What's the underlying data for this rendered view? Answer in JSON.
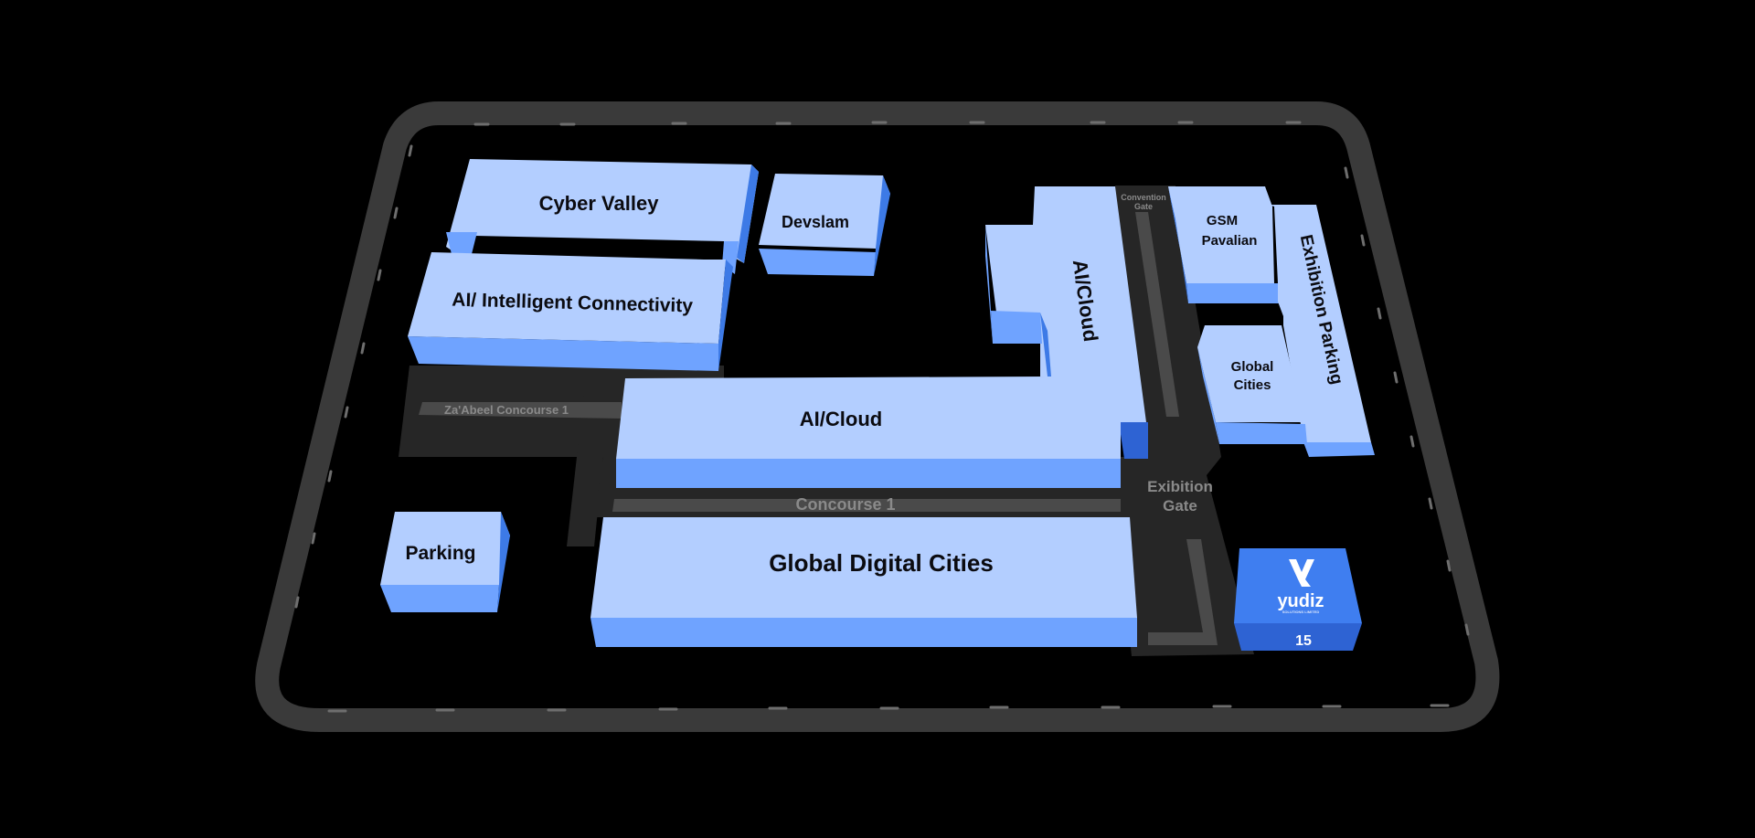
{
  "map": {
    "colors": {
      "background": "#000000",
      "road": "#3a3a3a",
      "road_dash": "#6e6e6e",
      "ground_dark": "#262626",
      "walkway": "#4a4a4a",
      "building_top": "#b3ceff",
      "building_front": "#6fa3ff",
      "building_side": "#3d7ae6",
      "booth_top": "#3f7ef0",
      "booth_front": "#2e63d3"
    },
    "buildings": {
      "cyber_valley": "Cyber Valley",
      "devslam": "Devslam",
      "ai_connectivity": "AI/ Intelligent Connectivity",
      "ai_cloud_vertical": "AI/Cloud",
      "ai_cloud_main": "AI/Cloud",
      "gsm_line1": "GSM",
      "gsm_line2": "Pavalian",
      "exhibition_parking": "Exhibition Parking",
      "global_cities_line1": "Global",
      "global_cities_line2": "Cities",
      "parking": "Parking",
      "global_digital_cities": "Global Digital Cities"
    },
    "walkways": {
      "zaabeel": "Za'Abeel Concourse 1",
      "concourse": "Concourse 1",
      "convention_gate_line1": "Convention",
      "convention_gate_line2": "Gate",
      "exhibition_gate_line1": "Exibition",
      "exhibition_gate_line2": "Gate"
    },
    "booth": {
      "logo_text": "yudiz",
      "logo_tagline": "SOLUTIONS LIMITED",
      "number": "15",
      "logo_icon": "yudiz-logo-icon"
    }
  }
}
